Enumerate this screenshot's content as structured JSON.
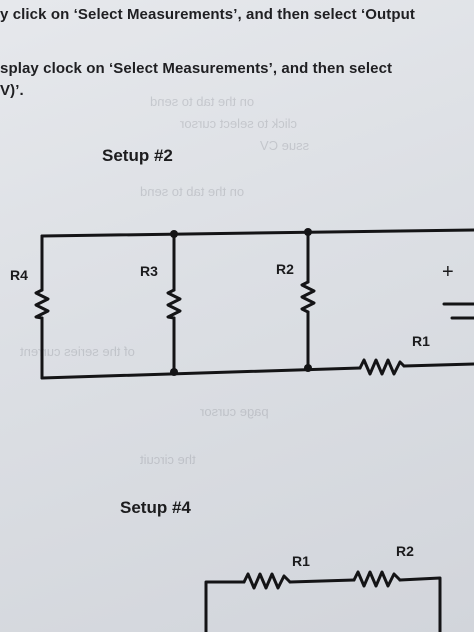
{
  "document": {
    "lines": [
      "y click on ‘Select Measurements’, and then select ‘Output",
      "splay clock on ‘Select Measurements’, and then select",
      "V)’."
    ],
    "setup2": {
      "title": "Setup #2",
      "labels": {
        "r4": "R4",
        "r3": "R3",
        "r2": "R2",
        "r1": "R1",
        "battery_plus": "+"
      }
    },
    "setup4": {
      "title": "Setup #4",
      "labels": {
        "r1": "R1",
        "r2": "R2"
      }
    }
  }
}
